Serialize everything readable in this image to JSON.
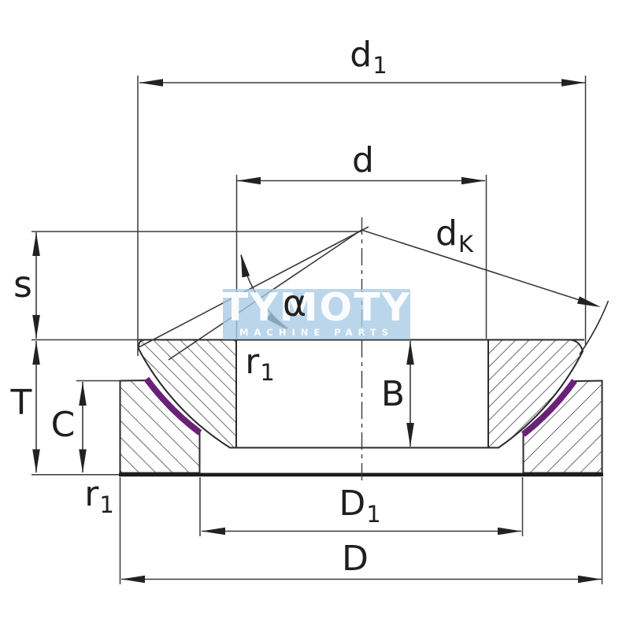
{
  "drawing_title": "axial spherical plain bearing cross-section dimension drawing",
  "colors": {
    "line": "#2e2e2e",
    "hatch": "#3c3c3c",
    "thick_edge": "#1c1c1c",
    "seal_purple": "#6a2178",
    "watermark_bg": "#a8cae4",
    "watermark_text": "#ffffff"
  },
  "watermark": {
    "line1": "TYMOTY",
    "line2": "MACHINE PARTS"
  },
  "dimensions": {
    "d1": {
      "main": "d",
      "sub": "1"
    },
    "d": {
      "main": "d"
    },
    "dk": {
      "main": "d",
      "sub": "K"
    },
    "s": {
      "main": "s"
    },
    "alpha": {
      "main": "α"
    },
    "r1_bore": {
      "main": "r",
      "sub": "1"
    },
    "r1_outer": {
      "main": "r",
      "sub": "1"
    },
    "B": {
      "main": "B"
    },
    "T": {
      "main": "T"
    },
    "C": {
      "main": "C"
    },
    "D1": {
      "main": "D",
      "sub": "1"
    },
    "D": {
      "main": "D"
    }
  }
}
